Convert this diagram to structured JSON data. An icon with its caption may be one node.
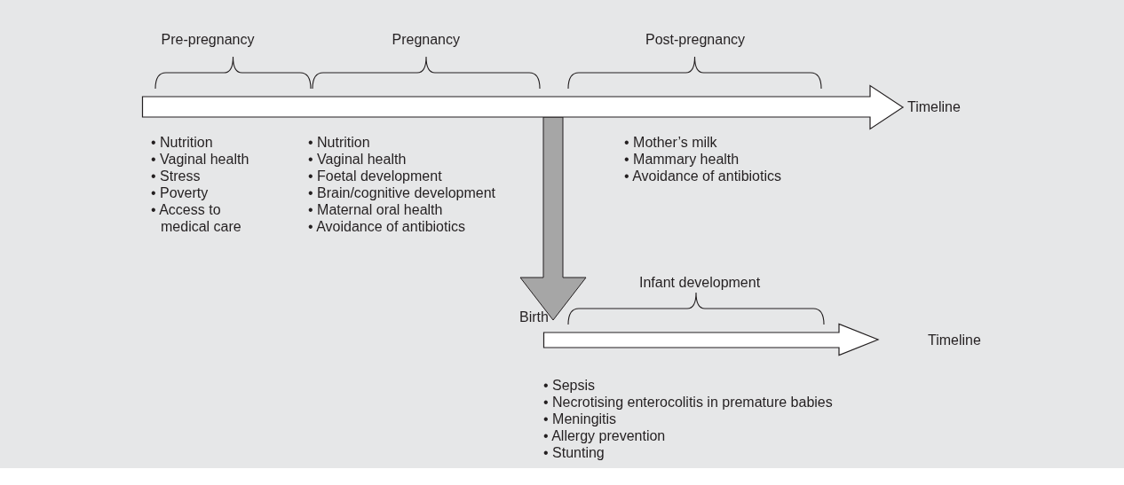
{
  "diagram": {
    "nodes": [
      {
        "text": [],
        "shape": "arrow",
        "beside": [
          "Timeline"
        ]
      },
      {
        "text": [],
        "shape": "arrow",
        "beside": [
          "Birth",
          "Timeline"
        ]
      }
    ],
    "edges": [
      {
        "from": 0,
        "to": 1,
        "arrow": "to",
        "style": "thick",
        "color": "#a6a6a6"
      }
    ],
    "labels": [
      "Pre-pregnancy",
      "Pregnancy",
      "Post-pregnancy",
      "• Nutrition",
      "• Vaginal health",
      "• Stress",
      "• Poverty",
      "• Access to medical care",
      "• Nutrition",
      "• Vaginal health",
      "• Foetal development",
      "• Brain/cognitive development",
      "• Maternal oral health",
      "• Avoidance of antibiotics",
      "• Mother’s milk",
      "• Mammary health",
      "• Avoidance of antibiotics",
      "Infant development",
      "• Sepsis",
      "• Necrotising enterocolitis in premature babies",
      "• Meningitis",
      "• Allergy prevention",
      "• Stunting"
    ]
  }
}
